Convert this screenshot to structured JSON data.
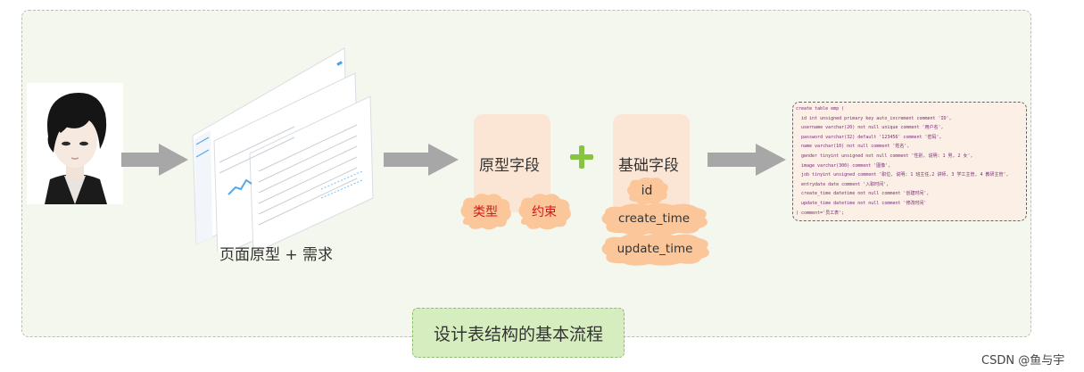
{
  "prototype_caption": "页面原型 + 需求",
  "field_groups": {
    "prototype": {
      "title": "原型字段",
      "tags": [
        "类型",
        "约束"
      ]
    },
    "basic": {
      "title": "基础字段",
      "tags": [
        "id",
        "create_time",
        "update_time"
      ]
    }
  },
  "sql_lines": [
    "create table emp (",
    "id int unsigned primary key auto_increment comment 'ID',",
    "username varchar(20) not null unique comment '用户名',",
    "password varchar(32) default '123456' comment '密码',",
    "name varchar(10) not null comment '姓名',",
    "gender tinyint unsigned not null comment '性别, 说明: 1 男, 2 女',",
    "image varchar(300) comment '图像',",
    "job tinyint unsigned comment '职位, 说明: 1 班主任,2 讲师, 3 学工主管, 4 教研主管',",
    "entrydate date comment '入职时间',",
    "create_time datetime not null comment '创建时间',",
    "update_time datetime not null comment '修改时间'",
    ") comment='员工表';"
  ],
  "diagram_title": "设计表结构的基本流程",
  "watermark": "CSDN @鱼与宇",
  "colors": {
    "frame_bg": "#f4f7ee",
    "field_box": "#fbe6d6",
    "cloud": "#fbc79a",
    "cloud_text_red": "#d11818",
    "plus": "#86c441",
    "title_bg": "#d6edc0",
    "arrow": "#9e9e9e"
  }
}
